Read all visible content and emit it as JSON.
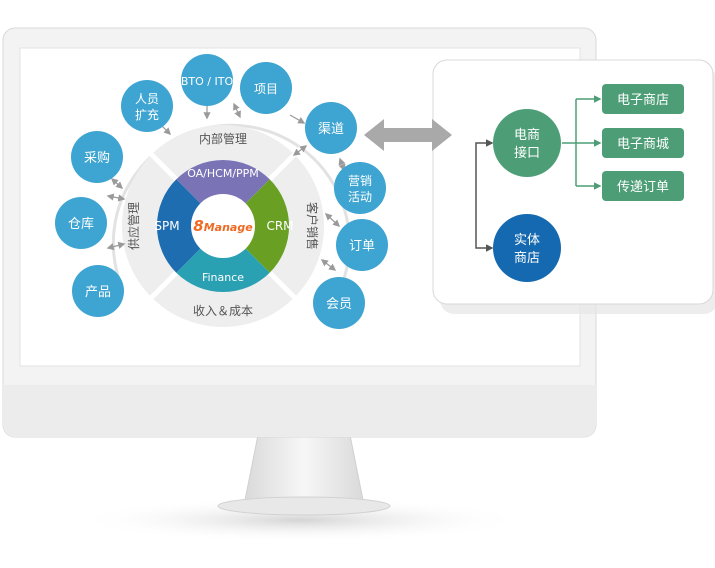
{
  "center": {
    "brand_prefix": "8",
    "brand_name": "Manage"
  },
  "segments": {
    "top": "OA/HCM/PPM",
    "left": "SPM",
    "right": "CRM",
    "bottom": "Finance"
  },
  "ring_labels": {
    "top": "内部管理",
    "left": "供应管理",
    "right": "客户销售",
    "bottom": "收入＆成本"
  },
  "satellites": {
    "hr_line1": "人员",
    "hr_line2": "扩充",
    "bto": "BTO / ITO",
    "project": "项目",
    "channel": "渠道",
    "marketing_line1": "营销",
    "marketing_line2": "活动",
    "order": "订单",
    "member": "会员",
    "purchase": "采购",
    "warehouse": "仓库",
    "product": "产品"
  },
  "right_panel": {
    "ecommerce_line1": "电商",
    "ecommerce_line2": "接口",
    "physical_line1": "实体",
    "physical_line2": "商店",
    "outputs": [
      "电子商店",
      "电子商城",
      "传递订单"
    ]
  },
  "colors": {
    "blue": "#1e6db0",
    "green": "#69a024",
    "purple": "#7a74b7",
    "teal": "#2aa0b3",
    "satellite": "#3ea4d1",
    "panel_green": "#4d9e76",
    "store_blue": "#1569b0",
    "brand_orange": "#ef6a23"
  }
}
